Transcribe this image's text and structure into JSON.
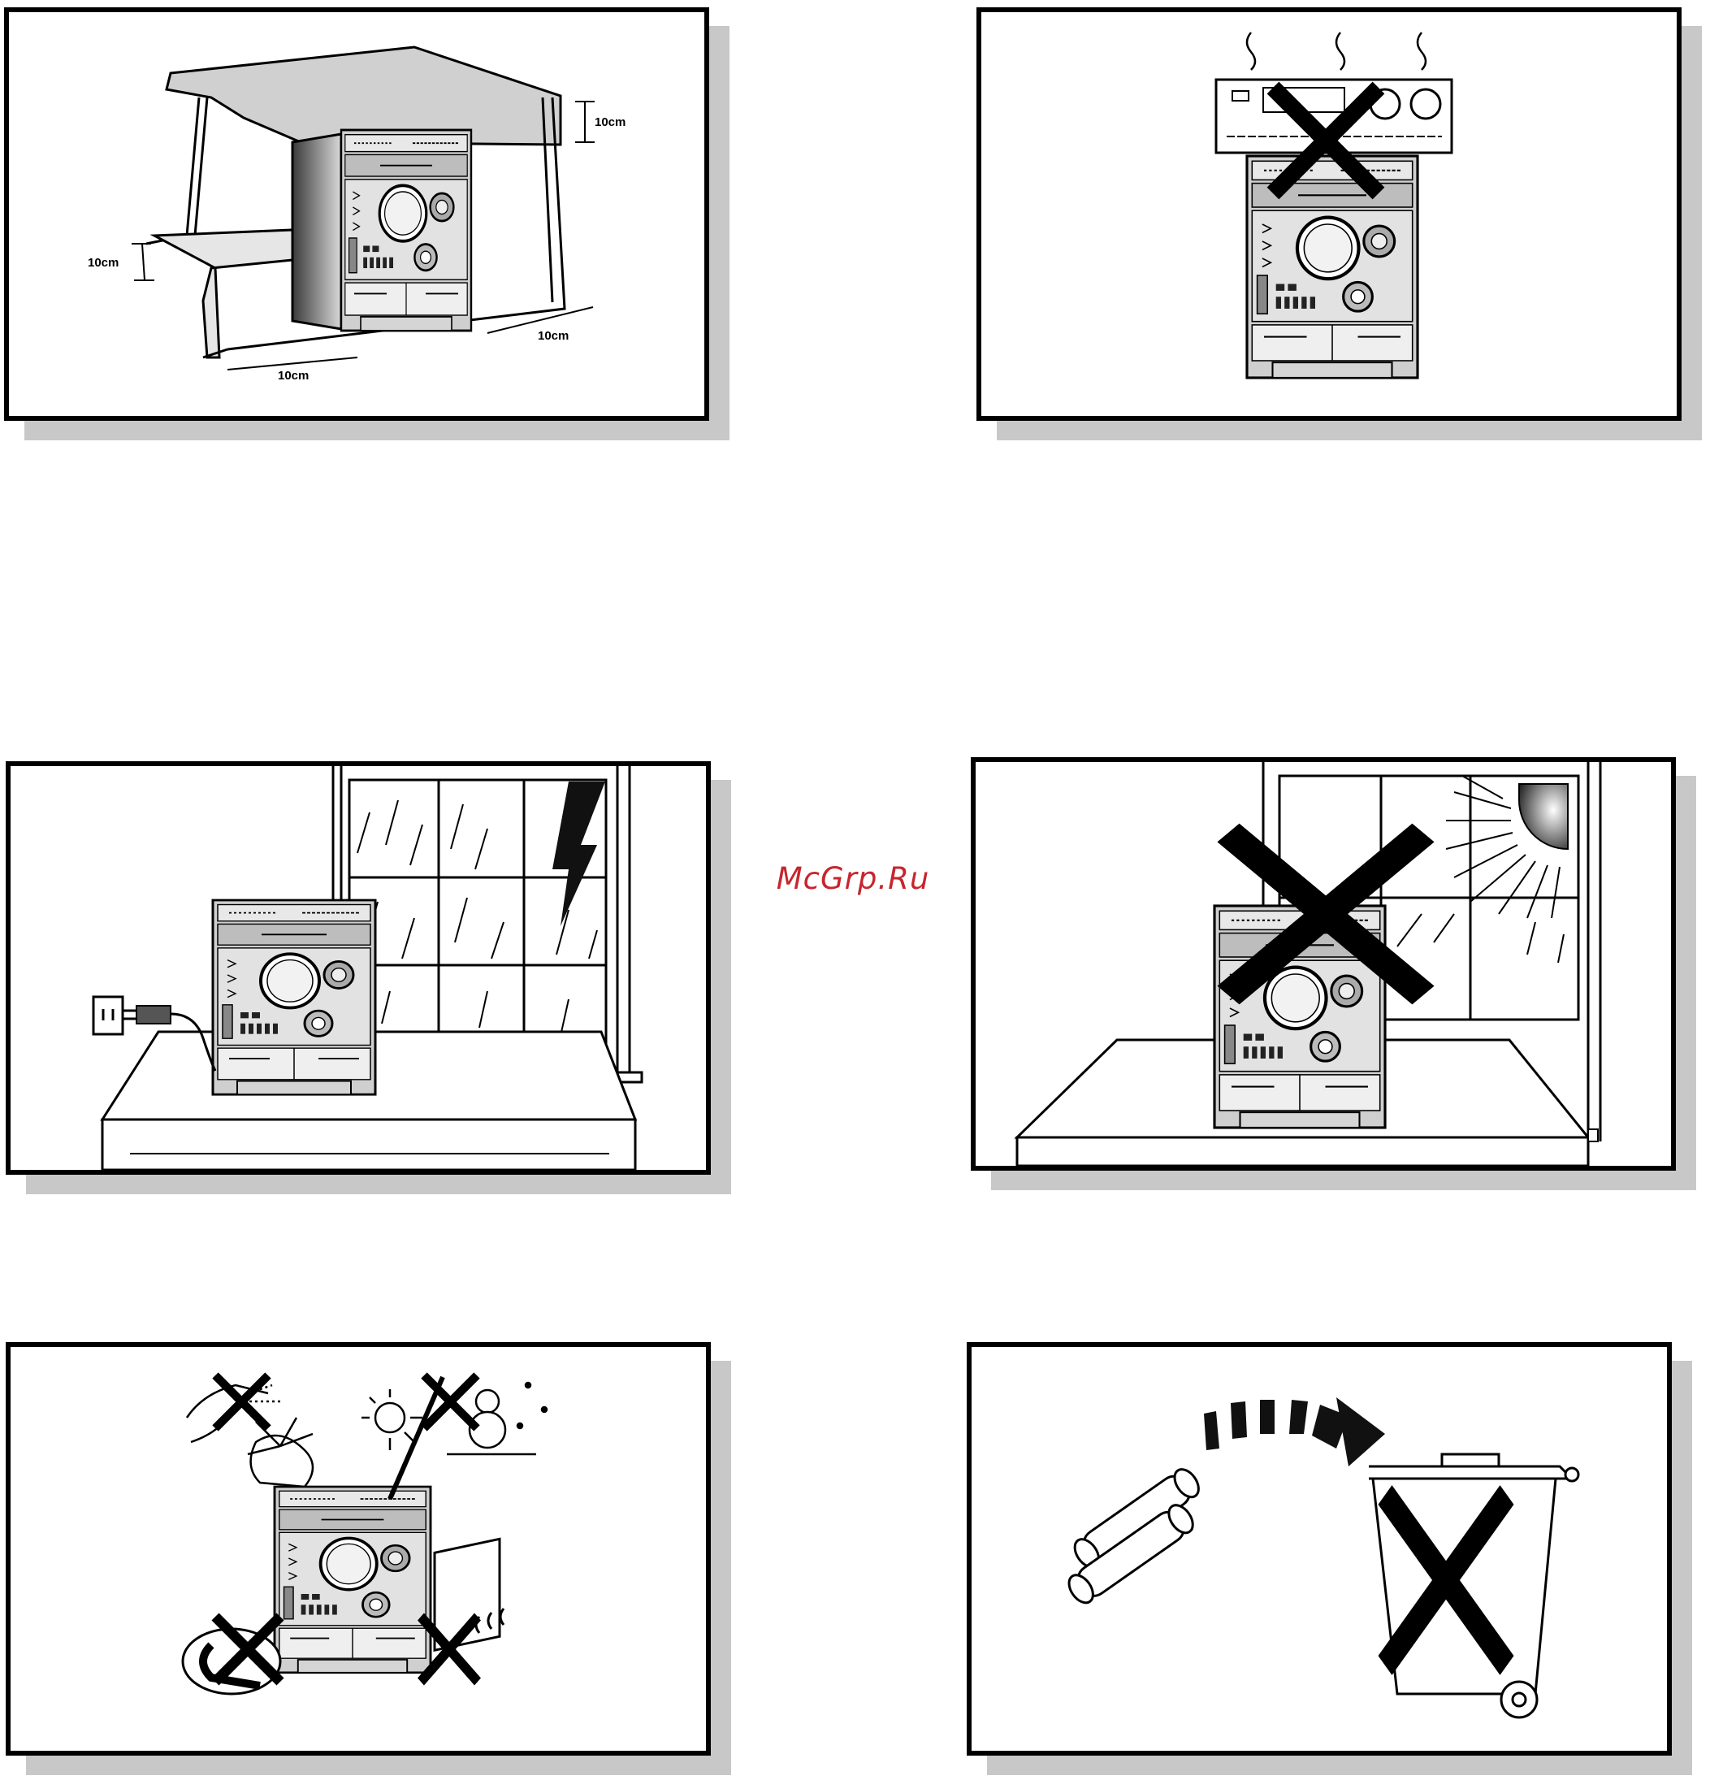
{
  "page": {
    "background": "#ffffff",
    "shadow_color": "#c8c8c8"
  },
  "watermark": {
    "text": "McGrp.Ru",
    "color": "#c6262e"
  },
  "panels": [
    {
      "id": "ventilation-clearance",
      "labels": {
        "top": "10cm",
        "side": "10cm",
        "back": "10cm",
        "front": "10cm"
      },
      "icon": "ventilation-clearance-icon"
    },
    {
      "id": "no-heat-source-on-top",
      "icon": "no-stacking-icon"
    },
    {
      "id": "unplug-during-storm",
      "icon": "lightning-icon"
    },
    {
      "id": "no-direct-sunlight",
      "icon": "sun-icon"
    },
    {
      "id": "avoid-moisture-heat-cold-magnets",
      "icon": "environment-warning-icon"
    },
    {
      "id": "battery-disposal",
      "icon": "battery-recycle-icon"
    }
  ]
}
